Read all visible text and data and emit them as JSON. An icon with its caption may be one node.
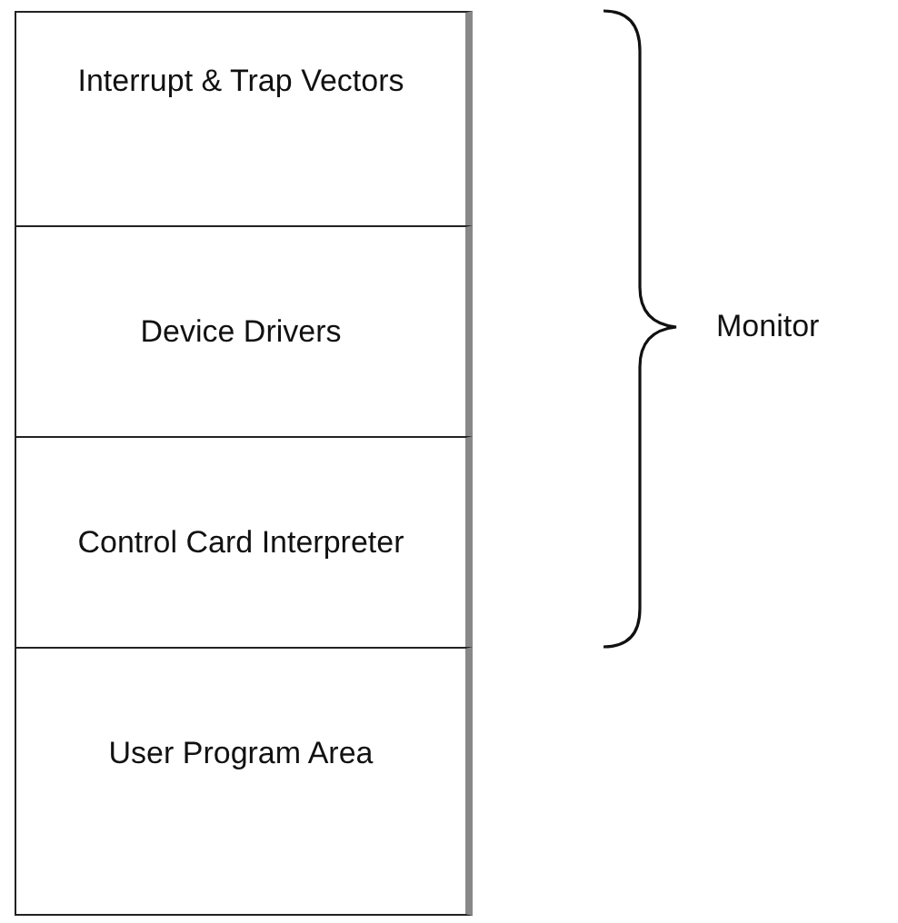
{
  "diagram": {
    "nodes": [
      {
        "text": [
          "Interrupt & Trap Vectors"
        ]
      },
      {
        "text": [
          "Device Drivers"
        ]
      },
      {
        "text": [
          "Control Card Interpreter"
        ]
      },
      {
        "text": [
          "User Program Area"
        ]
      }
    ],
    "labels": [
      "Monitor"
    ]
  }
}
